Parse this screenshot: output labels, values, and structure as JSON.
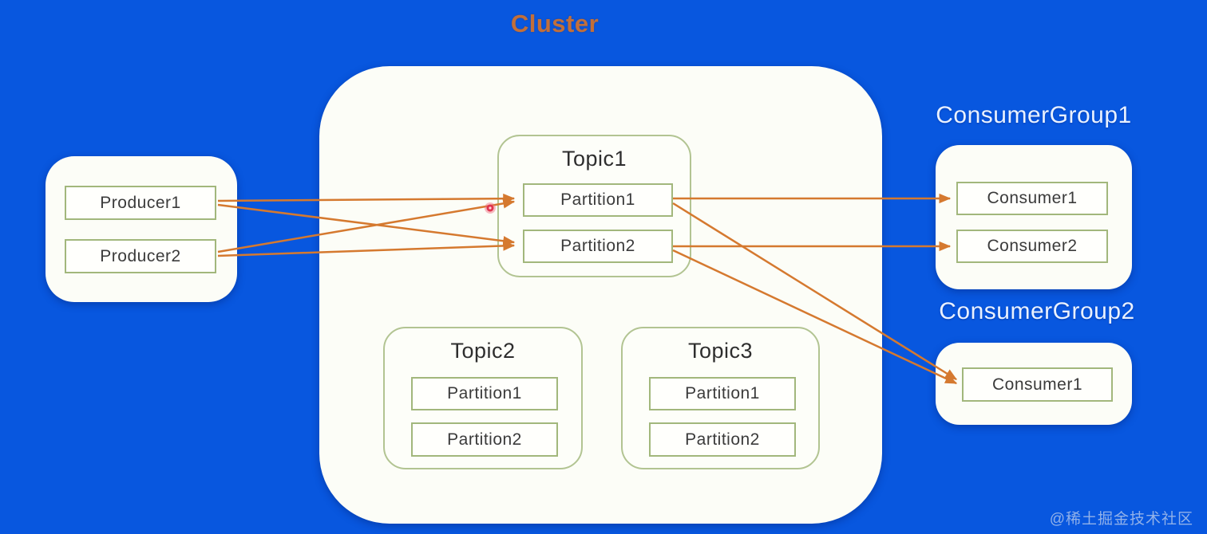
{
  "title": "Cluster",
  "watermark": "@稀土掘金技术社区",
  "producer_group": {
    "producers": [
      "Producer1",
      "Producer2"
    ]
  },
  "cluster": {
    "topics": [
      {
        "name": "Topic1",
        "partitions": [
          "Partition1",
          "Partition2"
        ]
      },
      {
        "name": "Topic2",
        "partitions": [
          "Partition1",
          "Partition2"
        ]
      },
      {
        "name": "Topic3",
        "partitions": [
          "Partition1",
          "Partition2"
        ]
      }
    ]
  },
  "consumer_groups": [
    {
      "name": "ConsumerGroup1",
      "consumers": [
        "Consumer1",
        "Consumer2"
      ]
    },
    {
      "name": "ConsumerGroup2",
      "consumers": [
        "Consumer1"
      ]
    }
  ],
  "edges": [
    {
      "from": "Producer1",
      "to": "Topic1/Partition1"
    },
    {
      "from": "Producer1",
      "to": "Topic1/Partition2"
    },
    {
      "from": "Producer2",
      "to": "Topic1/Partition1"
    },
    {
      "from": "Producer2",
      "to": "Topic1/Partition2"
    },
    {
      "from": "Topic1/Partition1",
      "to": "ConsumerGroup1/Consumer1"
    },
    {
      "from": "Topic1/Partition2",
      "to": "ConsumerGroup1/Consumer2"
    },
    {
      "from": "Topic1/Partition1",
      "to": "ConsumerGroup2/Consumer1"
    },
    {
      "from": "Topic1/Partition2",
      "to": "ConsumerGroup2/Consumer1"
    }
  ],
  "colors": {
    "background": "#0857df",
    "arrow": "#d5792f",
    "title": "#c26f3a",
    "box_border": "#a2b77c",
    "pointer_dot": "#e0344e"
  }
}
